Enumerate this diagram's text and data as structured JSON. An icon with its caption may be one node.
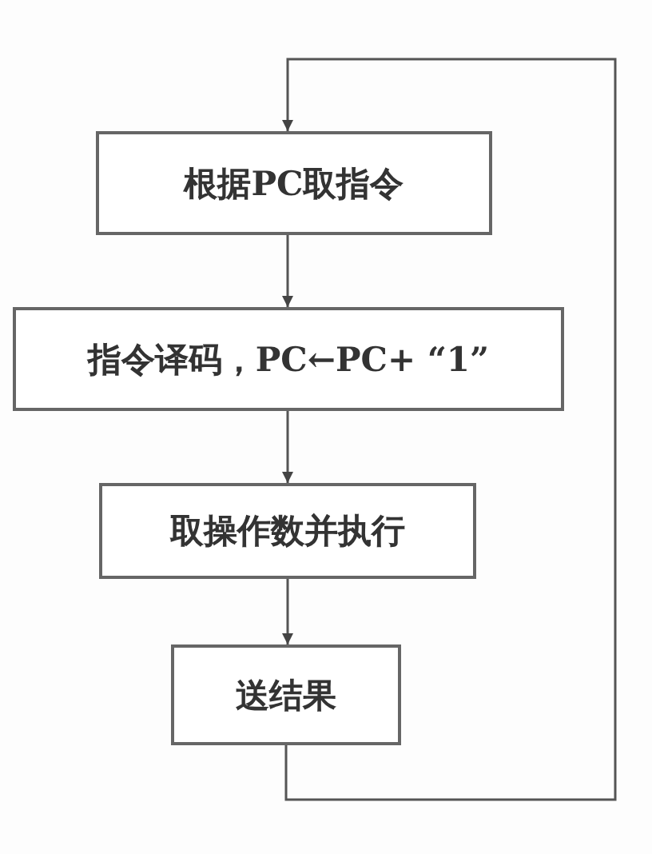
{
  "diagram": {
    "nodes": [
      {
        "text": [
          "根据PC取指令"
        ]
      },
      {
        "text": [
          "指令译码，PC←PC+ “1”"
        ]
      },
      {
        "text": [
          "取操作数并执行"
        ]
      },
      {
        "text": [
          "送结果"
        ]
      }
    ],
    "edges": [
      {
        "from": 0,
        "to": 1,
        "arrow": "to"
      },
      {
        "from": 1,
        "to": 2,
        "arrow": "to"
      },
      {
        "from": 2,
        "to": 3,
        "arrow": "to"
      },
      {
        "from": 3,
        "to": 0,
        "arrow": "to"
      }
    ]
  }
}
